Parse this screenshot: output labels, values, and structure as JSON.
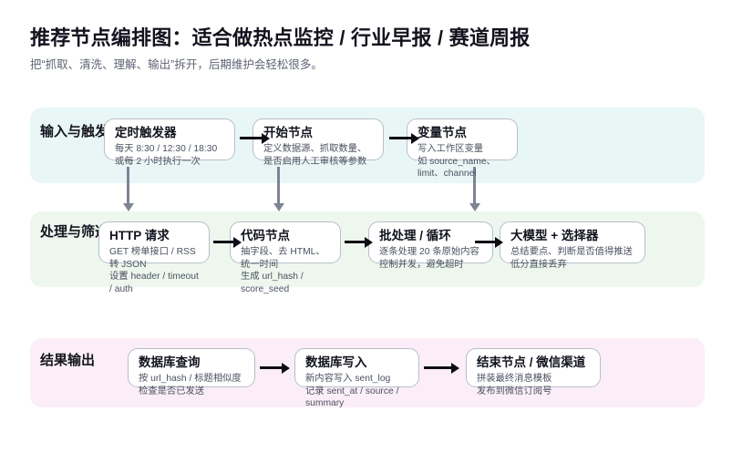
{
  "header": {
    "title": "推荐节点编排图：适合做热点监控 / 行业早报 / 赛道周报",
    "subtitle": "把“抓取、清洗、理解、输出”拆开，后期维护会轻松很多。"
  },
  "colors": {
    "band_input": "#e8f7f6",
    "band_process": "#edf7ee",
    "band_output": "#fbeef8",
    "card_bg": "#ffffff",
    "card_border": "#b9bec9",
    "arrow_h": "#0d0d14",
    "arrow_v": "#7e8493",
    "title": "#13131f",
    "subtitle": "#5f6475"
  },
  "bands": [
    {
      "label": "输入与触发",
      "nodes": [
        {
          "title": "定时触发器",
          "desc": [
            "每天 8:30 / 12:30 / 18:30",
            "或每 2 小时执行一次"
          ]
        },
        {
          "title": "开始节点",
          "desc": [
            "定义数据源、抓取数量、",
            "是否启用人工审核等参数"
          ]
        },
        {
          "title": "变量节点",
          "desc": [
            "写入工作区变量",
            "如 source_name、limit、channel"
          ]
        }
      ]
    },
    {
      "label": "处理与筛选",
      "nodes": [
        {
          "title": "HTTP 请求",
          "desc": [
            "GET 榜单接口 / RSS 转 JSON",
            "设置 header / timeout / auth"
          ]
        },
        {
          "title": "代码节点",
          "desc": [
            "抽字段、去 HTML、统一时间",
            "生成 url_hash / score_seed"
          ]
        },
        {
          "title": "批处理 / 循环",
          "desc": [
            "逐条处理 20 条原始内容",
            "控制并发，避免超时"
          ]
        },
        {
          "title": "大模型 + 选择器",
          "desc": [
            "总结要点、判断是否值得推送",
            "低分直接丢弃"
          ]
        }
      ]
    },
    {
      "label": "结果输出",
      "nodes": [
        {
          "title": "数据库查询",
          "desc": [
            "按 url_hash / 标题相似度",
            "检查是否已发送"
          ]
        },
        {
          "title": "数据库写入",
          "desc": [
            "新内容写入 sent_log",
            "记录 sent_at / source / summary"
          ]
        },
        {
          "title": "结束节点 / 微信渠道",
          "desc": [
            "拼装最终消息模板",
            "发布到微信订阅号"
          ]
        }
      ]
    }
  ]
}
